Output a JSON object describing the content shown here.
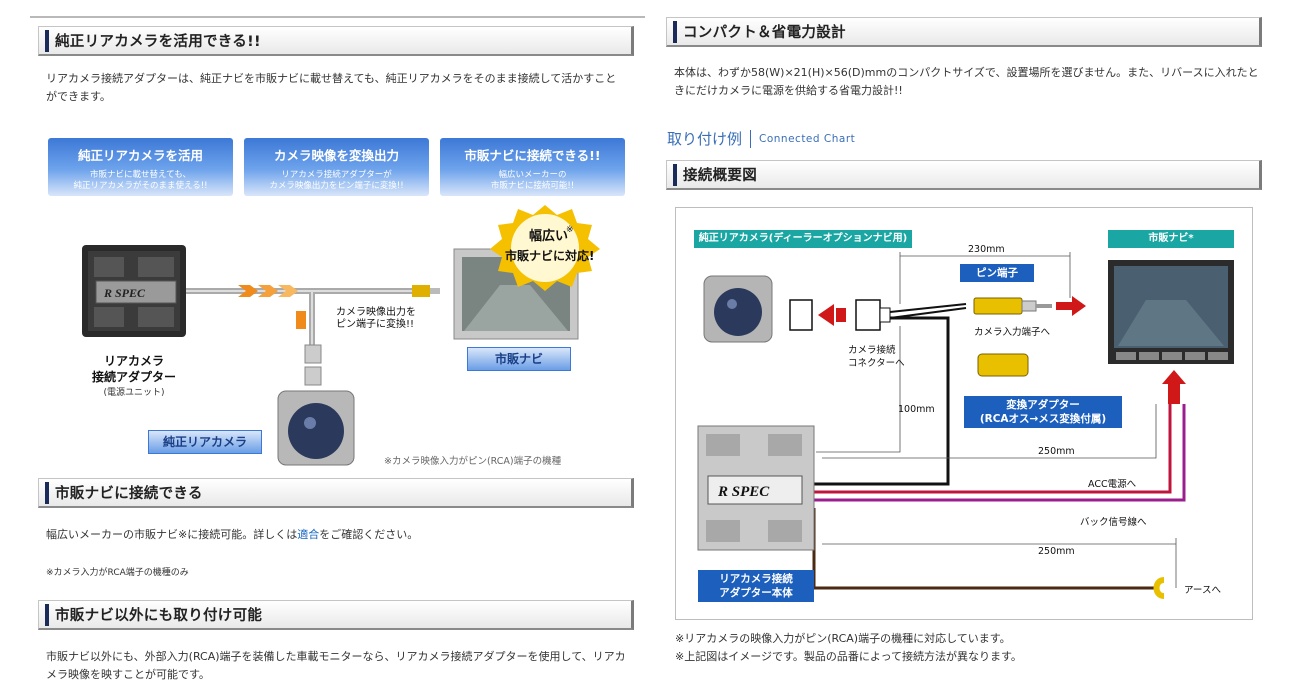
{
  "left": {
    "section1": {
      "title": "純正リアカメラを活用できる!!",
      "body": "リアカメラ接続アダプターは、純正ナビを市販ナビに載せ替えても、純正リアカメラをそのまま接続して活かすことができます。"
    },
    "features": [
      {
        "title": "純正リアカメラを活用",
        "line1": "市販ナビに載せ替えても、",
        "line2": "純正リアカメラがそのまま使える!!"
      },
      {
        "title": "カメラ映像を変換出力",
        "line1": "リアカメラ接続アダプターが",
        "line2": "カメラ映像出力をピン端子に変換!!"
      },
      {
        "title": "市販ナビに接続できる!!",
        "line1": "幅広いメーカーの",
        "line2": "市販ナビに接続可能!!"
      }
    ],
    "illustration": {
      "adapter_logo": "R SPEC",
      "adapter_label1": "リアカメラ",
      "adapter_label2": "接続アダプター",
      "adapter_label3": "(電源ユニット)",
      "output_label1": "カメラ映像出力を",
      "output_label2": "ピン端子に変換!!",
      "badge1": "幅広い",
      "badge_mark": "※",
      "badge2": "市販ナビに対応!",
      "navi_label": "市販ナビ",
      "camera_label": "純正リアカメラ",
      "note": "※カメラ映像入力がピン(RCA)端子の機種"
    },
    "section2": {
      "title": "市販ナビに接続できる",
      "body_before": "幅広いメーカーの市販ナビ※に接続可能。詳しくは",
      "body_link": "適合",
      "body_after": "をご確認ください。",
      "note": "※カメラ入力がRCA端子の機種のみ"
    },
    "section3": {
      "title": "市販ナビ以外にも取り付け可能",
      "body": "市販ナビ以外にも、外部入力(RCA)端子を装備した車載モニターなら、リアカメラ接続アダプターを使用して、リアカメラ映像を映すことが可能です。"
    }
  },
  "right": {
    "section1": {
      "title": "コンパクト＆省電力設計",
      "body": "本体は、わずか58(W)×21(H)×56(D)mmのコンパクトサイズで、設置場所を選びません。また、リバースに入れたときにだけカメラに電源を供給する省電力設計!!"
    },
    "install": {
      "title": "取り付け例",
      "sub": "Connected Chart"
    },
    "section2": {
      "title": "接続概要図"
    },
    "diagram": {
      "camera_label": "純正リアカメラ(ディーラーオプションナビ用)",
      "navi_label": "市販ナビ*",
      "dim_230": "230mm",
      "pin_label": "ピン端子",
      "camera_input": "カメラ入力端子へ",
      "connector_label1": "カメラ接続",
      "connector_label2": "コネクターへ",
      "dim_100": "100mm",
      "conv_label1": "変換アダプター",
      "conv_label2": "(RCAオス→メス変換付属)",
      "dim_250a": "250mm",
      "acc": "ACC電源へ",
      "back": "バック信号線へ",
      "dim_250b": "250mm",
      "ground": "アースへ",
      "body_label1": "リアカメラ接続",
      "body_label2": "アダプター本体",
      "logo": "R SPEC"
    },
    "notes": [
      "※リアカメラの映像入力がピン(RCA)端子の機種に対応しています。",
      "※上記図はイメージです。製品の品番によって接続方法が異なります。"
    ]
  },
  "colors": {
    "heading_bar": "#1a2b5a",
    "feature_blue": "#3c78d6",
    "teal": "#1aa6a3",
    "label_blue": "#1d5fbd",
    "acc_red": "#c0143c",
    "back_purple": "#9b1e8e",
    "arrow_red": "#d01818",
    "link": "#1565c0"
  }
}
